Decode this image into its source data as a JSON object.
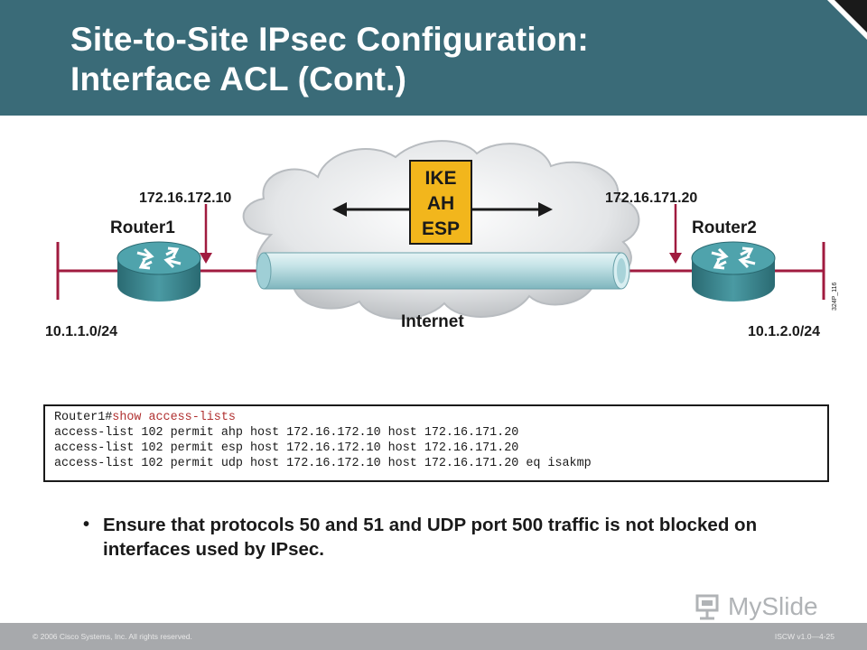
{
  "slide": {
    "title_line1": "Site-to-Site IPsec Configuration:",
    "title_line2": "Interface ACL (Cont.)"
  },
  "diagram": {
    "router1": {
      "label": "Router1",
      "ip": "172.16.172.10",
      "network": "10.1.1.0/24"
    },
    "router2": {
      "label": "Router2",
      "ip": "172.16.171.20",
      "network": "10.1.2.0/24"
    },
    "protocols": [
      "IKE",
      "AH",
      "ESP"
    ],
    "cloud_label": "Internet",
    "figure_id": "324P_116",
    "colors": {
      "protocol_box": "#f2b61c",
      "router": "#3d8e97",
      "tunnel": "#b9dde2",
      "lan_line": "#a01b3f",
      "cloud": "#e2e4e6"
    }
  },
  "code": {
    "prompt": "Router1#",
    "command": "show access-lists",
    "lines": [
      "access-list 102 permit ahp host 172.16.172.10 host 172.16.171.20",
      "access-list 102 permit esp host 172.16.172.10 host 172.16.171.20",
      "access-list 102 permit udp host 172.16.172.10 host 172.16.171.20 eq isakmp"
    ]
  },
  "bullet": "Ensure that protocols 50 and 51 and UDP port 500 traffic is not blocked on interfaces used by IPsec.",
  "footer": {
    "copyright": "© 2006 Cisco Systems, Inc. All rights reserved.",
    "course_id": "ISCW v1.0—4-25",
    "logo_text": "MySlide"
  }
}
